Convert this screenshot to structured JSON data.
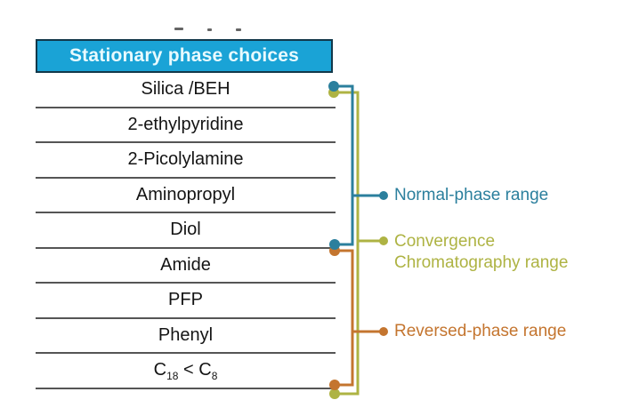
{
  "header": {
    "title": "Stationary phase choices",
    "bg_color": "#1aa3d6",
    "border_color": "#12384a",
    "text_color": "#e8fafe"
  },
  "table": {
    "divider_color": "#555555",
    "phases": [
      {
        "label": "Silica /BEH"
      },
      {
        "label": "2-ethylpyridine"
      },
      {
        "label": "2-Picolylamine"
      },
      {
        "label": "Aminopropyl"
      },
      {
        "label": "Diol"
      },
      {
        "label": "Amide"
      },
      {
        "label": "PFP"
      },
      {
        "label": "Phenyl"
      }
    ],
    "c_comparison": {
      "base1": "C",
      "sub1": "18",
      "operator": " < ",
      "base2": "C",
      "sub2": "8"
    }
  },
  "ranges": {
    "normal": {
      "label": "Normal-phase range",
      "color": "#2b7f9d"
    },
    "convergence": {
      "label_line1": "Convergence",
      "label_line2": "Chromatography range",
      "color": "#aeb343"
    },
    "reversed": {
      "label": "Reversed-phase range",
      "color": "#c4752f"
    }
  }
}
